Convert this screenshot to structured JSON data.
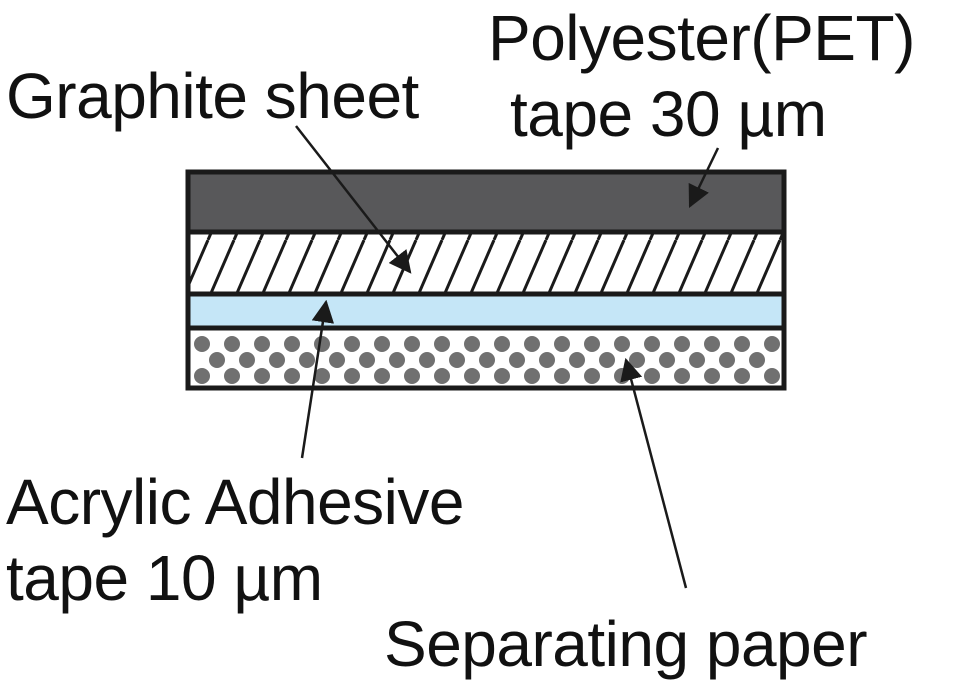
{
  "layers": [
    {
      "name": "Polyester(PET) tape",
      "fill": "#58585a",
      "pattern": "solid"
    },
    {
      "name": "Graphite sheet",
      "fill": "#ffffff",
      "pattern": "diagonal-hatch"
    },
    {
      "name": "Acrylic Adhesive tape",
      "fill": "#c5e6f7",
      "pattern": "solid"
    },
    {
      "name": "Separating paper",
      "fill": "#ffffff",
      "dot_color": "#707070",
      "pattern": "dots"
    }
  ],
  "labels": {
    "pet_line1": "Polyester(PET)",
    "pet_line2": "tape 30 µm",
    "graphite": "Graphite sheet",
    "acrylic_line1": "Acrylic Adhesive",
    "acrylic_line2": "tape 10 µm",
    "separating": "Separating paper"
  },
  "colors": {
    "outline": "#1a1a1a",
    "text": "#111111"
  }
}
